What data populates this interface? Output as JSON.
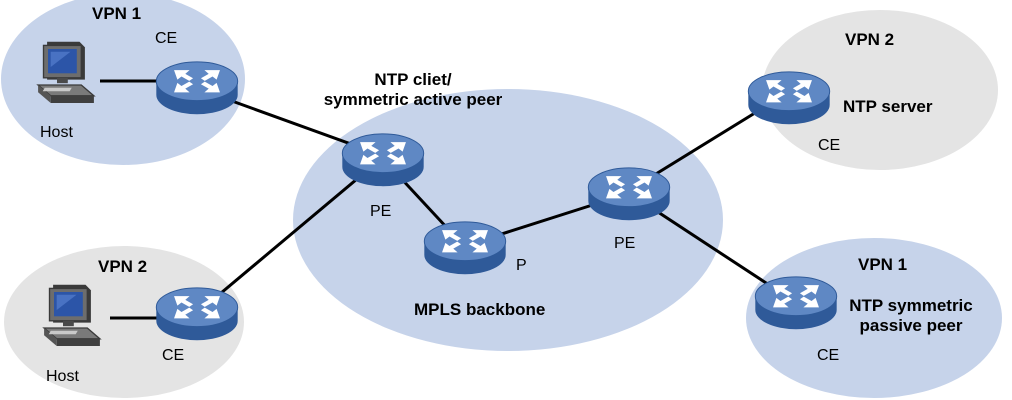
{
  "colors": {
    "vpn1_region": "#c6d3ea",
    "vpn2_region": "#e4e4e4",
    "backbone_region": "#c6d3ea",
    "link": "#000000",
    "router_top": "#5f88c4",
    "router_side": "#2f5a99",
    "router_arrows": "#ffffff",
    "monitor_screen": "#2c55a8",
    "host_body": "#5c5c5c"
  },
  "regions": {
    "vpn1_left": {
      "name": "VPN 1"
    },
    "vpn2_left": {
      "name": "VPN 2"
    },
    "vpn2_right": {
      "name": "VPN 2"
    },
    "vpn1_right": {
      "name": "VPN 1"
    },
    "backbone": {
      "name": "MPLS backbone"
    }
  },
  "devices": {
    "ce_vpn1_left": {
      "type": "router-icon",
      "label": "CE"
    },
    "ce_vpn2_left": {
      "type": "router-icon",
      "label": "CE"
    },
    "pe_left": {
      "type": "router-icon",
      "label": "PE",
      "role": [
        "NTP cliet/",
        "symmetric active peer"
      ]
    },
    "p_core": {
      "type": "router-icon",
      "label": "P"
    },
    "pe_right": {
      "type": "router-icon",
      "label": "PE"
    },
    "ce_vpn2_right": {
      "type": "router-icon",
      "label": "CE",
      "role": "NTP server"
    },
    "ce_vpn1_right": {
      "type": "router-icon",
      "label": "CE",
      "role": [
        "NTP symmetric",
        "passive peer"
      ]
    },
    "host_vpn1": {
      "type": "host-icon",
      "label": "Host"
    },
    "host_vpn2": {
      "type": "host-icon",
      "label": "Host"
    }
  },
  "links": [
    {
      "from": "host_vpn1",
      "to": "ce_vpn1_left"
    },
    {
      "from": "ce_vpn1_left",
      "to": "pe_left"
    },
    {
      "from": "host_vpn2",
      "to": "ce_vpn2_left"
    },
    {
      "from": "ce_vpn2_left",
      "to": "pe_left"
    },
    {
      "from": "pe_left",
      "to": "p_core"
    },
    {
      "from": "p_core",
      "to": "pe_right"
    },
    {
      "from": "pe_right",
      "to": "ce_vpn2_right"
    },
    {
      "from": "pe_right",
      "to": "ce_vpn1_right"
    }
  ]
}
